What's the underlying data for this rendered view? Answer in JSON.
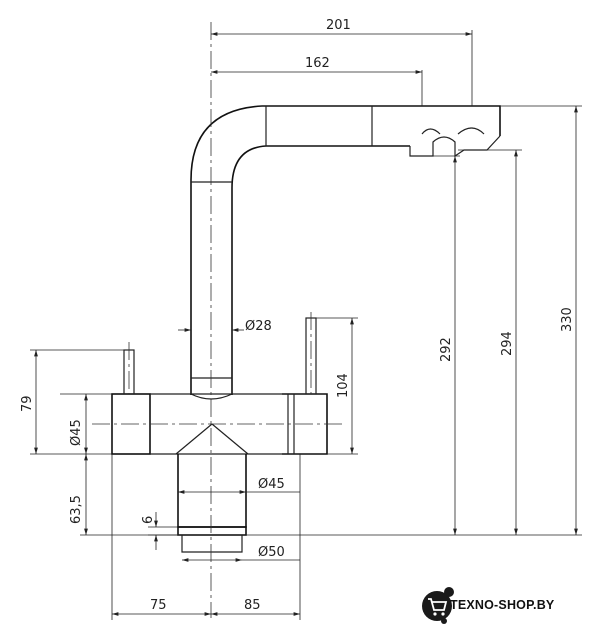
{
  "dimensions": {
    "width_top": "201",
    "width_spout": "162",
    "total_height": "330",
    "spout_height_1": "294",
    "spout_height_2": "292",
    "lever_height": "104",
    "spout_diameter": "Ø28",
    "body_diameter": "Ø45",
    "body_height": "79",
    "body_diameter_left": "Ø45",
    "base_height": "63,5",
    "shank_diameter": "Ø45",
    "flange_thickness": "6",
    "flange_diameter": "Ø50",
    "left_offset": "75",
    "right_offset": "85"
  },
  "logo": {
    "text": "TEXNO-SHOP.BY",
    "icon": "shopping-cart-icon"
  }
}
